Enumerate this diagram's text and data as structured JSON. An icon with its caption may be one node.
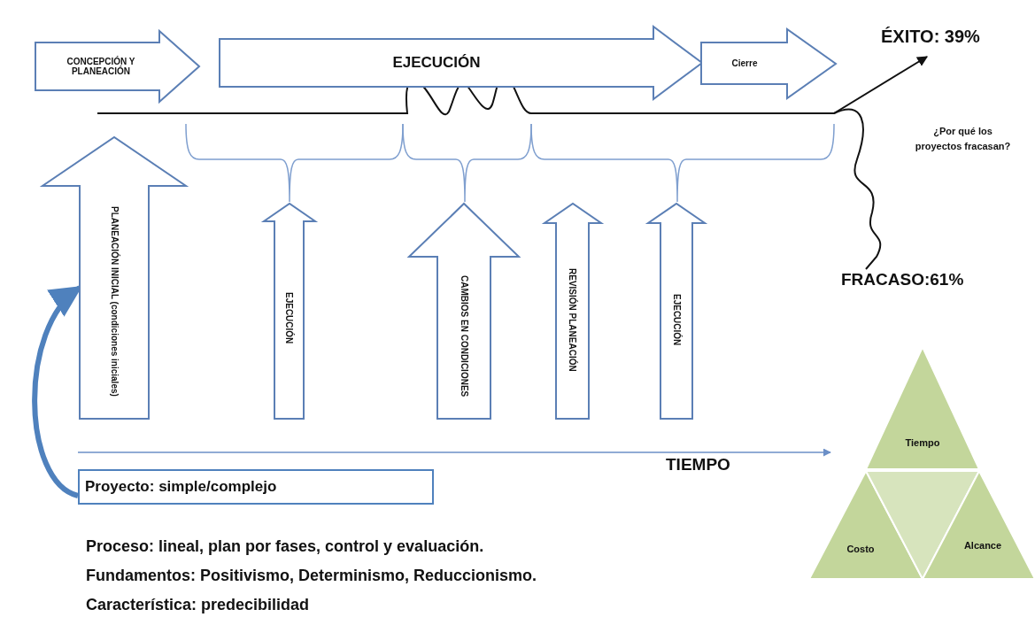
{
  "diagram": {
    "nodes": [
      {
        "text": [
          "CONCEPCIÓN Y PLANEACIÓN"
        ]
      },
      {
        "text": [
          "EJECUCIÓN"
        ]
      },
      {
        "text": [
          "Cierre"
        ]
      },
      {
        "text": [
          "ÉXITO: 39%"
        ]
      },
      {
        "text": [
          "FRACASO:61%"
        ]
      },
      {
        "text": [
          "PLANEACIÓN INICIAL (condiciones iniciales)"
        ]
      },
      {
        "text": [
          "EJECUCIÓN"
        ]
      },
      {
        "text": [
          "CAMBIOS EN CONDICIONES"
        ]
      },
      {
        "text": [
          "REVISIÓN PLANEACIÓN"
        ]
      },
      {
        "text": [
          "EJECUCIÓN"
        ]
      },
      {
        "text": [
          "Proyecto: simple/complejo"
        ]
      },
      {
        "text": [
          "Tiempo"
        ]
      },
      {
        "text": [
          "Costo"
        ]
      },
      {
        "text": [],
        "shape": "triangle"
      },
      {
        "text": [
          "Alcance"
        ]
      }
    ],
    "edges": [
      {
        "from": null,
        "to": 3,
        "arrow": "to"
      },
      {
        "from": null,
        "to": 4,
        "arrow": "none"
      },
      {
        "from": 10,
        "to": 5,
        "arrow": "to",
        "style": "thick",
        "color": "#4f81bd"
      }
    ],
    "labels": [
      "¿Por qué los proyectos fracasan?",
      "TIEMPO",
      "Proceso: lineal, plan por fases, control y evaluación.",
      "Fundamentos: Positivismo, Determinismo, Reduccionismo.",
      "Característica: predecibilidad"
    ]
  }
}
